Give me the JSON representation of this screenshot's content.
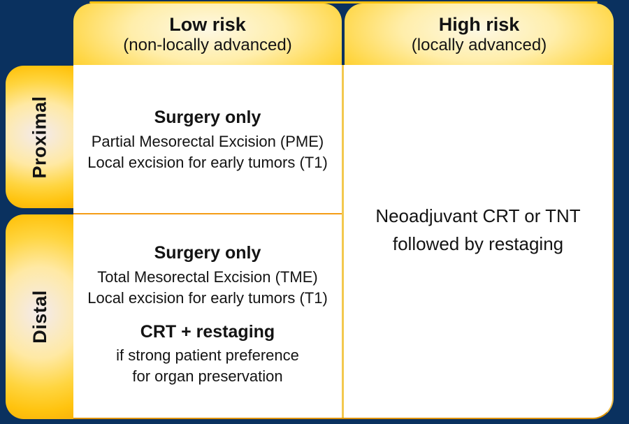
{
  "matrix": {
    "columns": [
      {
        "title": "Low risk",
        "subtitle": "(non-locally advanced)"
      },
      {
        "title": "High risk",
        "subtitle": "(locally advanced)"
      }
    ],
    "rows": [
      {
        "label": "Proximal"
      },
      {
        "label": "Distal"
      }
    ],
    "cells": {
      "proximal_low": {
        "heading": "Surgery only",
        "lines": [
          "Partial Mesorectal Excision (PME)",
          "Local excision for early tumors (T1)"
        ]
      },
      "distal_low": {
        "heading": "Surgery only",
        "lines": [
          "Total Mesorectal Excision (TME)",
          "Local excision for early tumors (T1)"
        ],
        "heading2": "CRT + restaging",
        "lines2": [
          "if strong patient preference",
          "for organ preservation"
        ]
      },
      "high": {
        "lines": [
          "Neoadjuvant CRT or TNT",
          "followed by restaging"
        ]
      }
    },
    "colors": {
      "background_navy": "#0a315f",
      "gold_mid": "#ffc30e",
      "gold_edge": "#f2a307",
      "gold_light_center": "#fdf8e4",
      "label_center": "#f3ebee",
      "divider_vertical": "#f3c84e",
      "divider_horizontal": "#f59d15",
      "border_bottom": "#dd9200",
      "border_right": "#eebb45",
      "accent_line": "#fcc00f",
      "cell_bg": "#ffffff",
      "text": "#131313"
    }
  }
}
